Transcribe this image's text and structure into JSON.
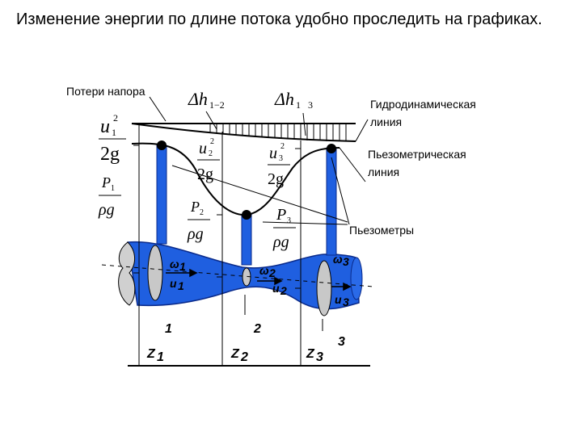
{
  "caption": "Изменение энергии по длине потока удобно проследить на графиках.",
  "colors": {
    "pipe": "#1f5fe0",
    "pipe_edge": "#0a2a8a",
    "ellipse": "#c8c8c8",
    "line": "#000000"
  },
  "labels": {
    "head_loss": "Потери напора",
    "hydrodynamic_1": "Гидродинамическая",
    "hydrodynamic_2": "линия",
    "piezometric_1": "Пьезометрическая",
    "piezometric_2": "линия",
    "piezometers": "Пьезометры"
  },
  "math": {
    "dh12_main": "Δh",
    "dh12_sub": "1−2",
    "dh13_main": "Δh",
    "dh13_sub1": "1",
    "dh13_sub2": "3",
    "u1": "u",
    "u1_sub": "1",
    "u2": "u",
    "u2_sub": "2",
    "u3": "u",
    "u3_sub": "3",
    "sq": "2",
    "two_g": "2g",
    "p1": "P",
    "p1_sub": "1",
    "p2": "P",
    "p2_sub": "2",
    "p3": "P",
    "p3_sub": "3",
    "rho_g": "ρg"
  },
  "flow": {
    "w1": "ω",
    "w1_sub": "1",
    "u1": "u",
    "u1_sub": "1",
    "w2": "ω",
    "w2_sub": "2",
    "u2": "u",
    "u2_sub": "2",
    "w3": "ω",
    "w3_sub": "3",
    "u3": "u",
    "u3_sub": "3"
  },
  "sections": {
    "s1": "1",
    "s2": "2",
    "s3": "3"
  },
  "heights": {
    "z1": "Z",
    "z1_sub": "1",
    "z2": "Z",
    "z2_sub": "2",
    "z3": "Z",
    "z3_sub": "3"
  }
}
